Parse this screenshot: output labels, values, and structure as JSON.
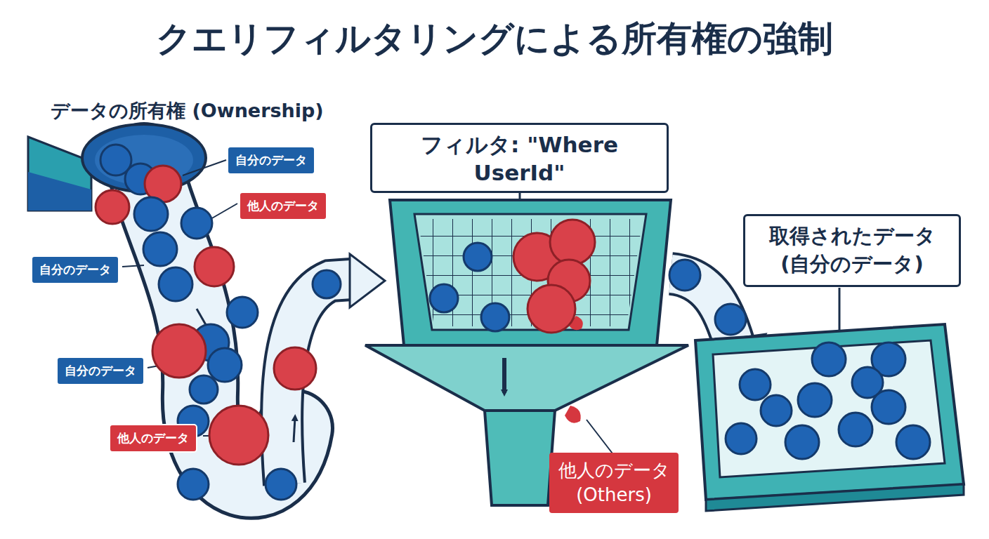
{
  "diagram": {
    "title": "クエリフィルタリングによる所有権の強制",
    "nodes": [
      {
        "text": [
          "自分のデータ"
        ]
      },
      {
        "text": [
          "他人のデータ"
        ]
      },
      {
        "text": [
          "自分のデータ"
        ]
      },
      {
        "text": [
          "自分のデータ"
        ]
      },
      {
        "text": [
          "他人のデータ"
        ]
      },
      {
        "text": [
          "フィルタ: \"Where UserId\""
        ]
      },
      {
        "text": [
          "取得されたデータ (自分のデータ)"
        ]
      },
      {
        "text": [
          "他人のデータ (Others)"
        ]
      }
    ],
    "labels": [
      "データの所有権 (Ownership)"
    ]
  }
}
